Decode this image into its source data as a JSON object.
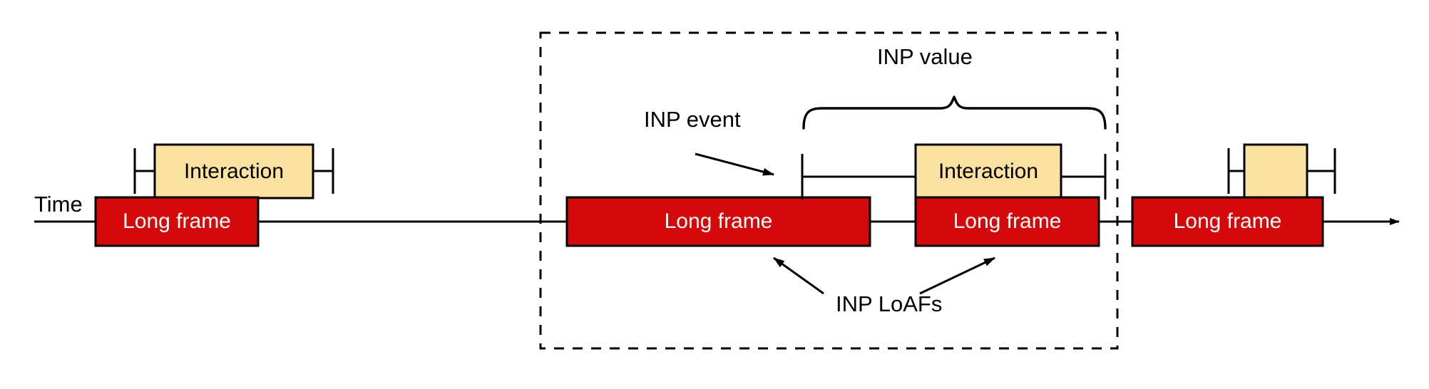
{
  "diagram": {
    "title_axis_label": "Time",
    "colors": {
      "long_frame_fill": "#d40a0a",
      "long_frame_stroke": "#000000",
      "interaction_fill": "#fbe2a0",
      "interaction_stroke": "#000000",
      "line": "#000000",
      "dashed_region_stroke": "#000000",
      "frame_text": "#ffffff",
      "interaction_text": "#000000",
      "annotation_text": "#000000",
      "background": "#ffffff"
    },
    "labels": {
      "time": "Time",
      "inp_value": "INP value",
      "inp_event": "INP event",
      "inp_loafs": "INP LoAFs"
    },
    "long_frames": [
      {
        "id": "frame-1",
        "label": "Long frame"
      },
      {
        "id": "frame-2",
        "label": "Long frame"
      },
      {
        "id": "frame-3",
        "label": "Long frame"
      },
      {
        "id": "frame-4",
        "label": "Long frame"
      }
    ],
    "interactions": [
      {
        "id": "interaction-1",
        "label": "Interaction"
      },
      {
        "id": "interaction-2",
        "label": "Interaction"
      },
      {
        "id": "interaction-3",
        "label": ""
      }
    ]
  }
}
